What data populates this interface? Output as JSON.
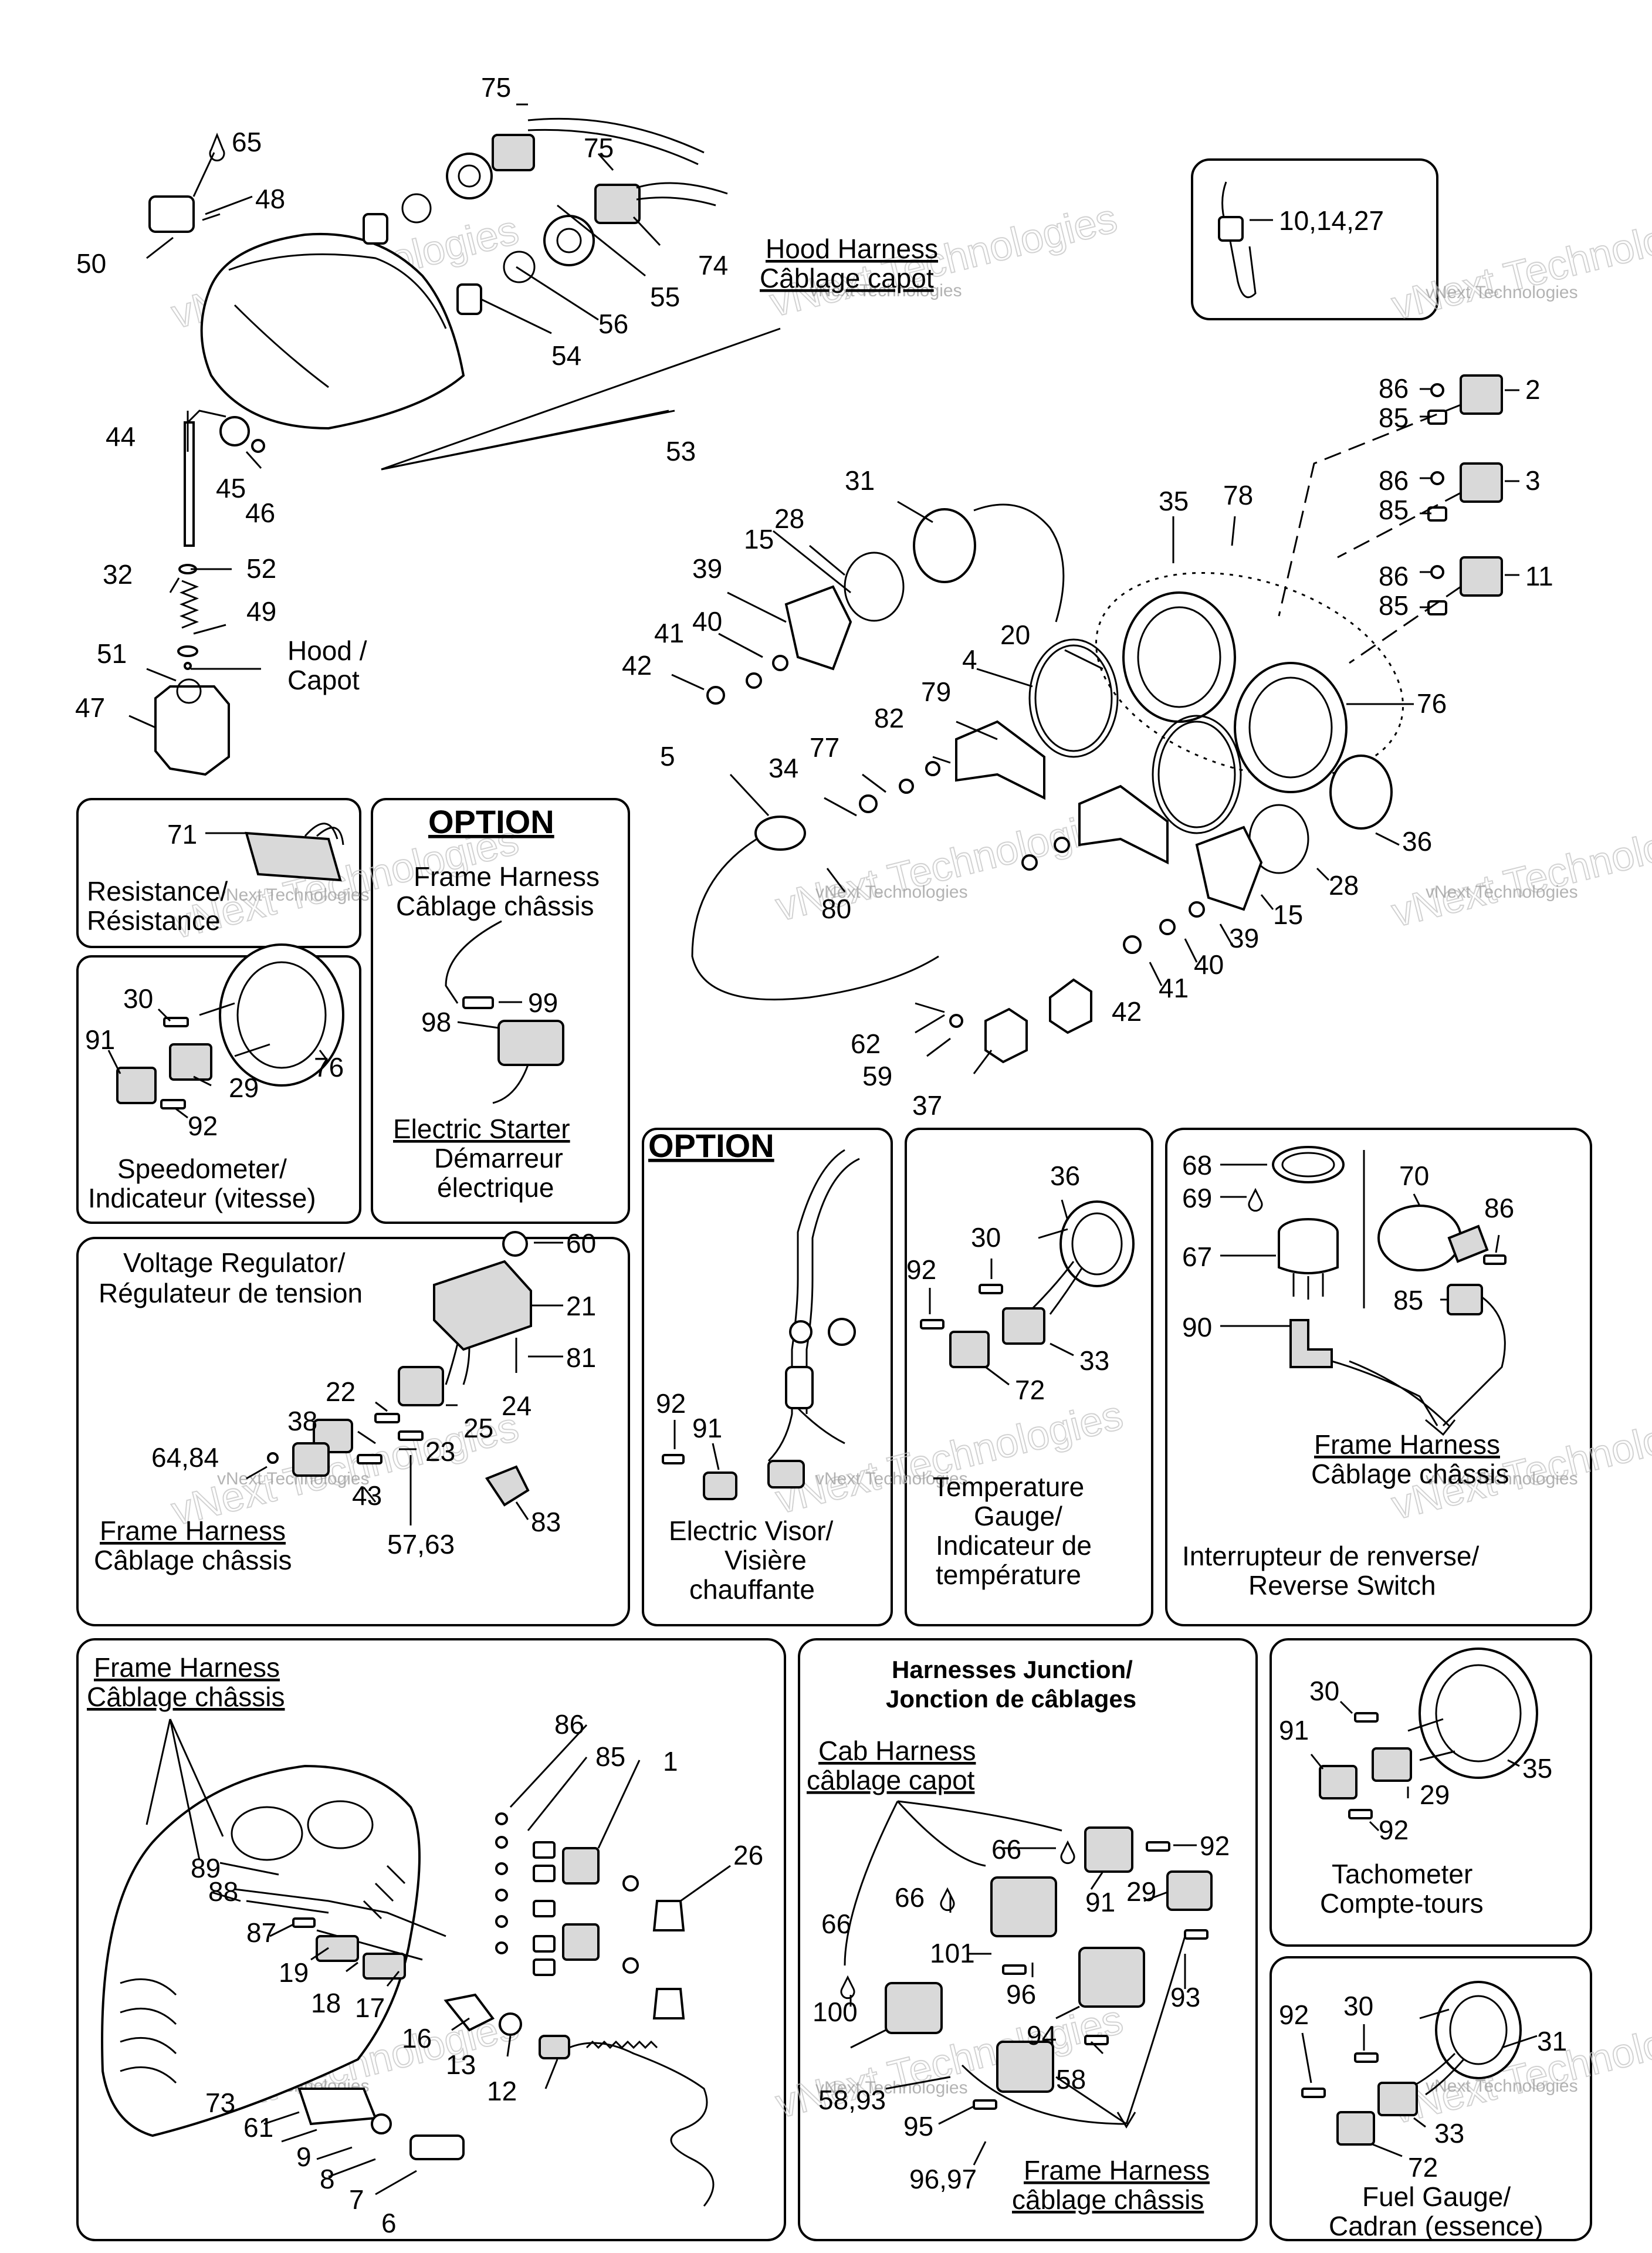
{
  "watermark": {
    "small": "vNext Technologies",
    "large": "vNext Technologies"
  },
  "top": {
    "hood_harness_en": "Hood Harness",
    "hood_harness_fr": "Câblage capot",
    "hood_en": "Hood /",
    "hood_fr": "Capot",
    "tie_wrap_callout": "10,14,27"
  },
  "callouts": {
    "c75a": "75",
    "c75b": "75",
    "c65": "65",
    "c48": "48",
    "c50": "50",
    "c74": "74",
    "c55": "55",
    "c56": "56",
    "c54": "54",
    "c53": "53",
    "c44": "44",
    "c45": "45",
    "c46": "46",
    "c52": "52",
    "c32": "32",
    "c49": "49",
    "c51": "51",
    "c47": "47",
    "c86a": "86",
    "c85a": "85",
    "c2": "2",
    "c86b": "86",
    "c85b": "85",
    "c3": "3",
    "c86c": "86",
    "c85c": "85",
    "c11": "11",
    "c31": "31",
    "c28a": "28",
    "c15a": "15",
    "c39a": "39",
    "c41a": "41",
    "c40a": "40",
    "c42a": "42",
    "c35": "35",
    "c78": "78",
    "c20": "20",
    "c4": "4",
    "c79": "79",
    "c82": "82",
    "c77": "77",
    "c34": "34",
    "c5": "5",
    "c80": "80",
    "c76": "76",
    "c36": "36",
    "c28b": "28",
    "c15b": "15",
    "c39b": "39",
    "c40b": "40",
    "c41b": "41",
    "c42b": "42",
    "c62": "62",
    "c59": "59",
    "c37": "37"
  },
  "resistance": {
    "c71": "71",
    "caption_en": "Resistance/",
    "caption_fr": "Résistance"
  },
  "option_starter": {
    "option": "OPTION",
    "frame_en": "Frame Harness",
    "frame_fr": "Câblage châssis",
    "c99": "99",
    "c98": "98",
    "starter_en": "Electric Starter",
    "starter_fr1": "Démarreur",
    "starter_fr2": "électrique"
  },
  "speedometer": {
    "c30": "30",
    "c91": "91",
    "c29": "29",
    "c76": "76",
    "c92": "92",
    "caption_en": "Speedometer/",
    "caption_fr": "Indicateur (vitesse)"
  },
  "voltage": {
    "title_en": "Voltage Regulator/",
    "title_fr": "Régulateur de tension",
    "c60": "60",
    "c21": "21",
    "c81": "81",
    "c22": "22",
    "c24": "24",
    "c38": "38",
    "c25": "25",
    "c64_84": "64,84",
    "c23": "23",
    "c43": "43",
    "c57_63": "57,63",
    "c83": "83",
    "frame_en": "Frame Harness",
    "frame_fr": "Câblage châssis"
  },
  "visor": {
    "option": "OPTION",
    "c92": "92",
    "c91": "91",
    "caption_en": "Electric Visor/",
    "caption_fr1": "Visière",
    "caption_fr2": "chauffante"
  },
  "temp": {
    "c36": "36",
    "c30": "30",
    "c92": "92",
    "c33": "33",
    "c72": "72",
    "caption1": "Temperature",
    "caption2": "Gauge/",
    "caption3": "Indicateur de",
    "caption4": "température"
  },
  "reverse": {
    "c68": "68",
    "c69": "69",
    "c67": "67",
    "c70": "70",
    "c86": "86",
    "c85": "85",
    "c90": "90",
    "frame_en": "Frame Harness",
    "frame_fr": "Câblage châssis",
    "caption_fr": "Interrupteur de renverse/",
    "caption_en": "Reverse Switch"
  },
  "frame_panel": {
    "frame_en": "Frame Harness",
    "frame_fr": "Câblage châssis",
    "c86": "86",
    "c85": "85",
    "c1": "1",
    "c26": "26",
    "c89": "89",
    "c88": "88",
    "c87": "87",
    "c19": "19",
    "c18": "18",
    "c17": "17",
    "c16": "16",
    "c13": "13",
    "c12": "12",
    "c73": "73",
    "c61": "61",
    "c9": "9",
    "c8": "8",
    "c7": "7",
    "c6": "6"
  },
  "junction": {
    "title_en": "Harnesses Junction/",
    "title_fr": "Jonction de câblages",
    "cab_en": "Cab Harness",
    "cab_fr": "câblage capot",
    "c66a": "66",
    "c92": "92",
    "c66b": "66",
    "c91": "91",
    "c29": "29",
    "c66c": "66",
    "c101": "101",
    "c96": "96",
    "c93": "93",
    "c100": "100",
    "c94": "94",
    "c58": "58",
    "c58_93": "58,93",
    "c95": "95",
    "c96_97": "96,97",
    "frame_en": "Frame Harness",
    "frame_fr": "câblage châssis"
  },
  "tacho": {
    "c30": "30",
    "c91": "91",
    "c29": "29",
    "c35": "35",
    "c92": "92",
    "caption_en": "Tachometer",
    "caption_fr": "Compte-tours"
  },
  "fuel": {
    "c92": "92",
    "c30": "30",
    "c31": "31",
    "c33": "33",
    "c72": "72",
    "caption_en": "Fuel Gauge/",
    "caption_fr": "Cadran (essence)"
  }
}
